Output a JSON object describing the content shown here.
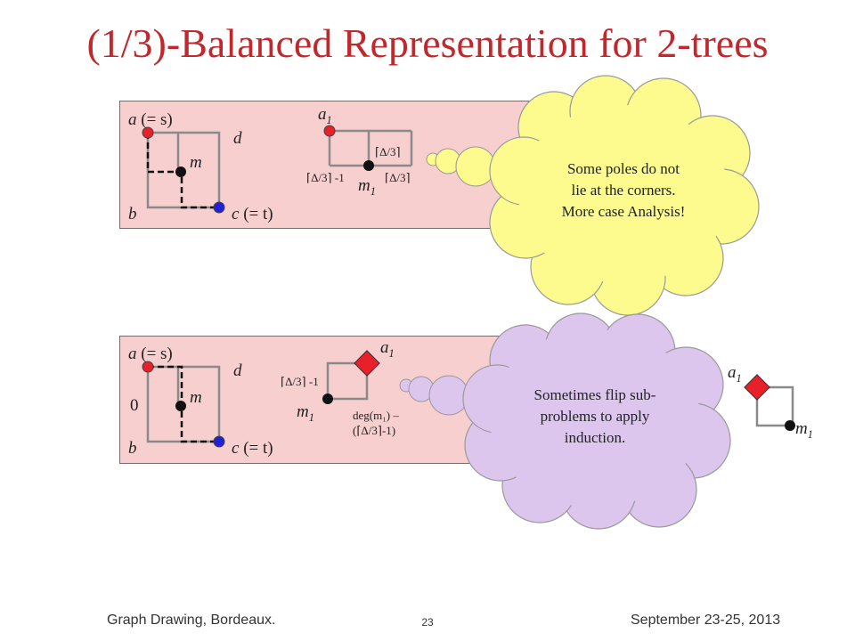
{
  "title": "(1/3)-Balanced Representation for 2-trees",
  "top_panel": {
    "a_label": "a",
    "a_eq": "(= s)",
    "d_label": "d",
    "m_label": "m",
    "b_label": "b",
    "c_label": "c",
    "c_eq": "(= t)",
    "a1_label": "a",
    "a1_sub": "1",
    "m1_label": "m",
    "m1_sub": "1",
    "ceil_top": "⌈Δ/3⌉",
    "ceil_left": "⌈Δ/3⌉ -1",
    "ceil_right": "⌈Δ/3⌉"
  },
  "bottom_panel": {
    "a_label": "a",
    "a_eq": "(= s)",
    "d_label": "d",
    "m_label": "m",
    "zero_label": "0",
    "b_label": "b",
    "c_label": "c",
    "c_eq": "(= t)",
    "a1_label": "a",
    "a1_sub": "1",
    "m1_label": "m",
    "m1_sub": "1",
    "ceil_left": "⌈Δ/3⌉ -1",
    "deg_line1": "deg(m₁) –",
    "deg_line2": "(⌈Δ/3⌉-1)",
    "right_a1_label": "a",
    "right_a1_sub": "1",
    "right_m1_label": "m",
    "right_m1_sub": "1"
  },
  "cloud_top": {
    "line1": "Some poles do not",
    "line2": "lie at the corners.",
    "line3": "More case Analysis!"
  },
  "cloud_bottom": {
    "line1": "Sometimes flip sub-",
    "line2": "problems to apply",
    "line3": "induction."
  },
  "footer": {
    "left": "Graph Drawing, Bordeaux.",
    "page": "23",
    "right": "September 23-25, 2013"
  },
  "colors": {
    "title": "#c0282d",
    "panel": "#f7cfcf",
    "red_node": "#e8202a",
    "blue_node": "#2020d8",
    "cloud_yellow": "#fdfb8e",
    "cloud_purple": "#dcc6ee"
  }
}
